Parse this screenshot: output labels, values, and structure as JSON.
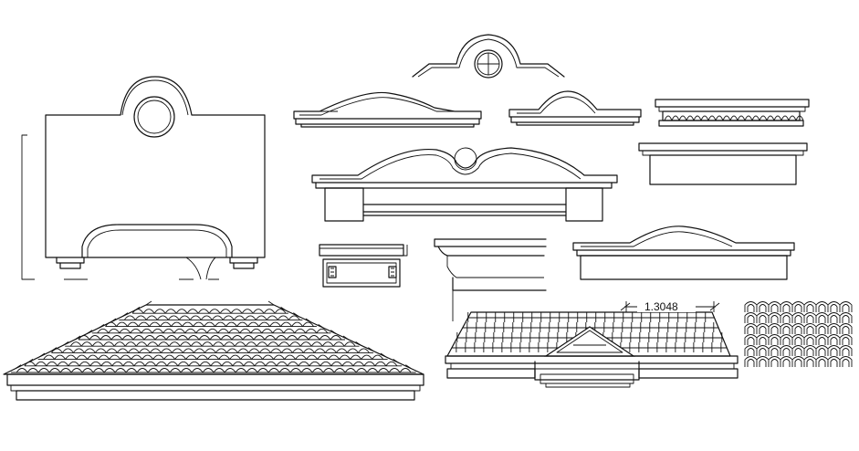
{
  "drawing": {
    "dimension_label": "1.3048"
  },
  "colors": {
    "background": "#ffffff",
    "line": "#111111"
  },
  "elements": [
    "arched-wall-panel",
    "circular-vent-pediment",
    "arched-cornice-molding",
    "small-arched-cornice",
    "dentil-cornice",
    "flat-cornice-header",
    "scrolled-window-pediment",
    "small-trim-block",
    "crown-molding-profile",
    "arched-window-header",
    "hipped-tile-roof",
    "roof-with-dormer",
    "roof-tile-pattern"
  ]
}
